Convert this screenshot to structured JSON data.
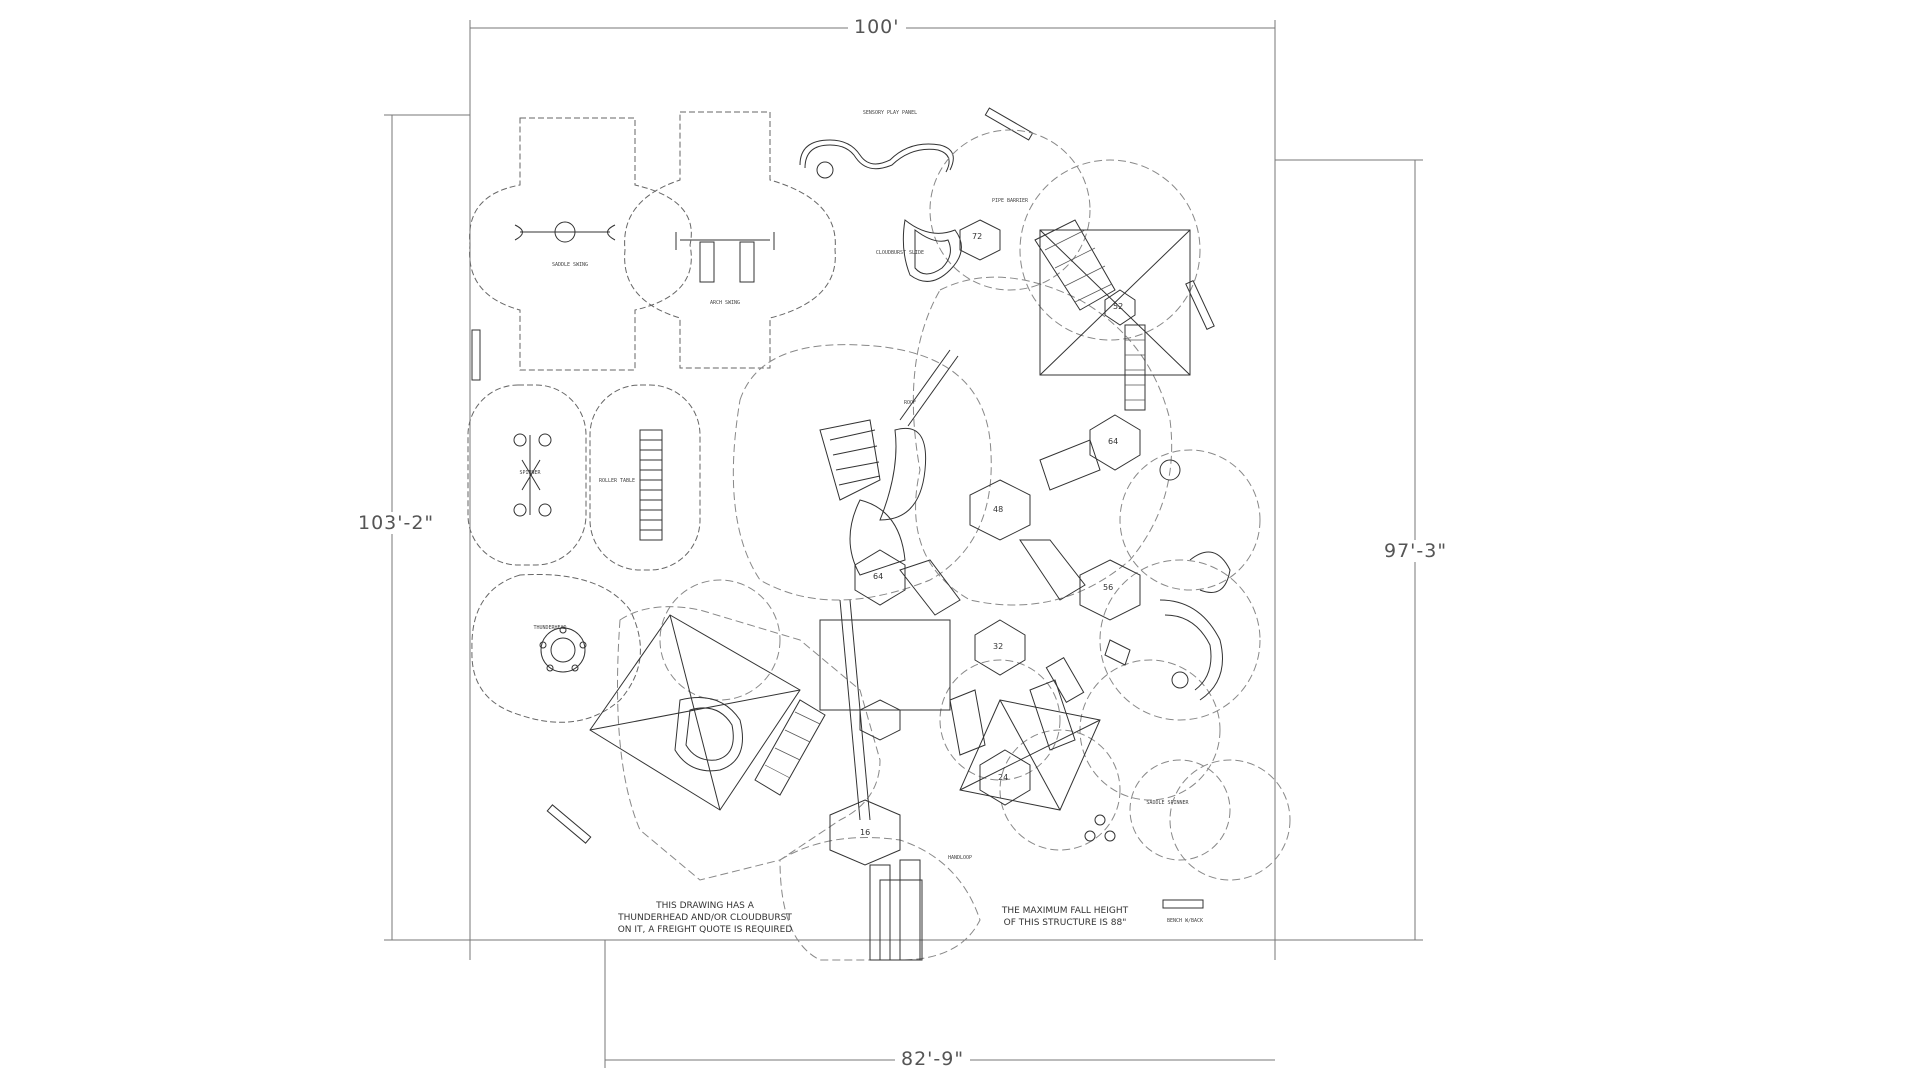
{
  "dimensions": {
    "top": "100'",
    "left": "103'-2\"",
    "right": "97'-3\"",
    "bottom": "82'-9\""
  },
  "notes": {
    "freight_line1": "THIS DRAWING HAS A",
    "freight_line2": "THUNDERHEAD AND/OR CLOUDBURST",
    "freight_line3": "ON IT, A FREIGHT QUOTE IS REQUIRED",
    "fall_line1": "THE MAXIMUM FALL HEIGHT",
    "fall_line2": "OF THIS STRUCTURE IS 88\""
  },
  "deck_numbers": [
    "72",
    "52",
    "64",
    "48",
    "56",
    "64",
    "32",
    "24",
    "16"
  ],
  "component_labels": [
    "SADDLE SWING",
    "ARCH SWING",
    "SPINNER",
    "ROLLER TABLE",
    "CLOUDBURST SLIDE",
    "THUNDERHEAD",
    "PIPE BARRIER",
    "ROOF",
    "BENCH W/BACK",
    "SADDLE SPINNER",
    "SENSORY PLAY PANEL",
    "HANDLOOP"
  ]
}
